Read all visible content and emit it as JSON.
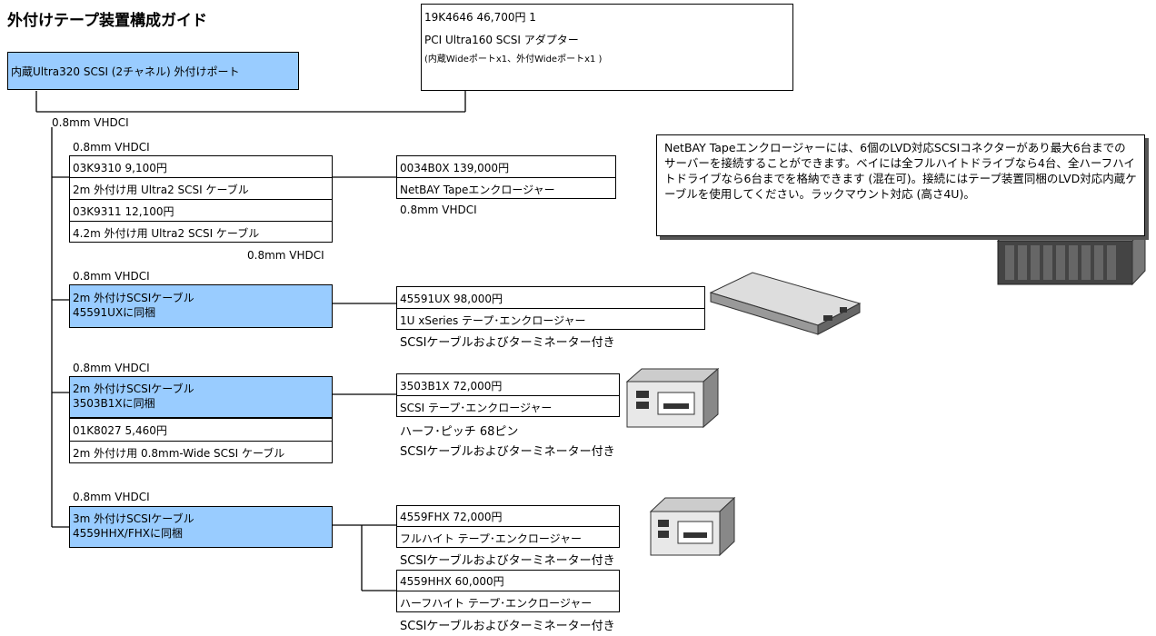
{
  "page_title": "外付けテープ装置構成ガイド",
  "port_box": {
    "label": "内蔵Ultra320 SCSI (2チャネル) 外付けポート"
  },
  "adapter": {
    "line1": "19K4646   46,700円       1",
    "line2": "PCI Ultra160 SCSI アダプター",
    "line3": "(内蔵Wideポートx1、外付Wideポートx1 )"
  },
  "cable_label_main": "0.8mm VHDCI",
  "group1": {
    "cable_label": "0.8mm VHDCI",
    "cable_a": {
      "pn_price": "03K9310    9,100円",
      "desc": "2m 外付け用 Ultra2 SCSI ケーブル"
    },
    "cable_b": {
      "pn_price": "03K9311    12,100円",
      "desc": "4.2m 外付け用 Ultra2 SCSI ケーブル"
    },
    "cable_label_below": "0.8mm VHDCI",
    "device": {
      "pn_price": "0034B0X   139,000円",
      "name": "NetBAY Tapeエンクロージャー"
    },
    "device_label_below": "0.8mm VHDCI",
    "note": "NetBAY Tapeエンクロージャーには、6個のLVD対応SCSIコネクターがあり最大6台までのサーバーを接続することができます。ベイには全フルハイトドライブなら4台、全ハーフハイトドライブなら6台までを格納できます (混在可)。接続にはテープ装置同梱のLVD対応内蔵ケーブルを使用してください。ラックマウント対応 (高さ4U)。"
  },
  "group2": {
    "cable_label": "0.8mm VHDCI",
    "cable_line1": "2m 外付けSCSIケーブル",
    "cable_line2": "45591UXに同梱",
    "device": {
      "pn_price": "45591UX   98,000円",
      "name": "1U xSeries テープ･エンクロージャー"
    },
    "note": "SCSIケーブルおよびターミネーター付き"
  },
  "group3": {
    "cable_label": "0.8mm VHDCI",
    "cable_line1": "2m 外付けSCSIケーブル",
    "cable_line2": "3503B1Xに同梱",
    "cable_extra": {
      "pn_price": "01K8027    5,460円",
      "desc": "2m 外付け用 0.8mm-Wide SCSI ケーブル"
    },
    "device": {
      "pn_price": "3503B1X   72,000円",
      "name": "SCSI テープ･エンクロージャー"
    },
    "note1": "ハーフ･ピッチ 68ピン",
    "note2": "SCSIケーブルおよびターミネーター付き"
  },
  "group4": {
    "cable_label": "0.8mm VHDCI",
    "cable_line1": "3m 外付けSCSIケーブル",
    "cable_line2": "4559HHX/FHXに同梱",
    "device_a": {
      "pn_price": "4559FHX   72,000円",
      "name": "フルハイト テープ･エンクロージャー"
    },
    "note_a": "SCSIケーブルおよびターミネーター付き",
    "device_b": {
      "pn_price": "4559HHX   60,000円",
      "name": "ハーフハイト テープ･エンクロージャー"
    },
    "note_b": "SCSIケーブルおよびターミネーター付き"
  },
  "colors": {
    "highlight_box": "#99ccff",
    "line": "#000000"
  }
}
